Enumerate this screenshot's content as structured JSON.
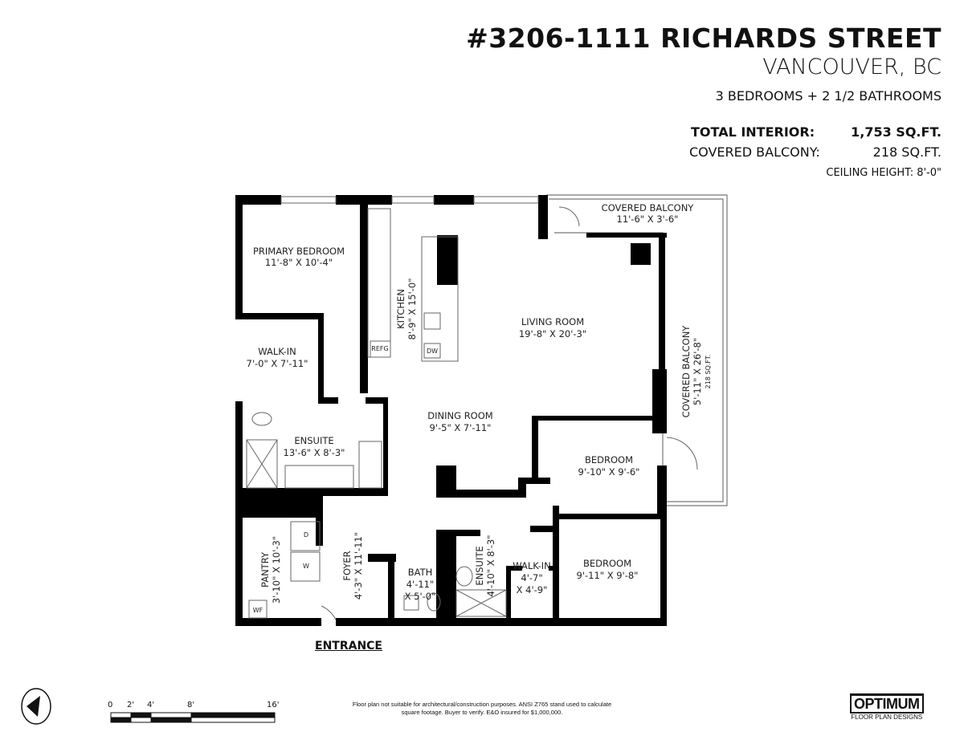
{
  "header": {
    "title": "#3206-1111 RICHARDS STREET",
    "city": "VANCOUVER, BC",
    "rooms_summary": "3 BEDROOMS + 2 1/2 BATHROOMS",
    "total_interior_label": "TOTAL INTERIOR:",
    "total_interior_value": "1,753 SQ.FT.",
    "covered_balcony_label": "COVERED BALCONY:",
    "covered_balcony_value": "218 SQ.FT.",
    "ceiling_height": "CEILING HEIGHT: 8'-0\""
  },
  "rooms": {
    "primary_bedroom": {
      "name": "PRIMARY BEDROOM",
      "size": "11'-8\" X 10'-4\""
    },
    "walk_in_primary": {
      "name": "WALK-IN",
      "size": "7'-0\" X 7'-11\""
    },
    "ensuite_primary": {
      "name": "ENSUITE",
      "size": "13'-6\" X 8'-3\""
    },
    "kitchen": {
      "name": "KITCHEN",
      "size": "8'-9\" X 15'-0\""
    },
    "living_room": {
      "name": "LIVING ROOM",
      "size": "19'-8\" X 20'-3\""
    },
    "dining_room": {
      "name": "DINING ROOM",
      "size": "9'-5\" X 7'-11\""
    },
    "bedroom_2": {
      "name": "BEDROOM",
      "size": "9'-10\" X 9'-6\""
    },
    "bedroom_3": {
      "name": "BEDROOM",
      "size": "9'-11\" X 9'-8\""
    },
    "balcony_top": {
      "name": "COVERED BALCONY",
      "size": "11'-6\" X 3'-6\""
    },
    "balcony_side": {
      "name": "COVERED BALCONY",
      "size": "5'-11\" X 26'-8\"",
      "area": "218 SQ.FT."
    },
    "pantry": {
      "name": "PANTRY",
      "size": "3'-10\" X 10'-3\""
    },
    "foyer": {
      "name": "FOYER",
      "size": "4'-3\" X 11'-11\""
    },
    "bath": {
      "name": "BATH",
      "size1": "4'-11\"",
      "size2": "X 5'-0\""
    },
    "ensuite_2": {
      "name": "ENSUITE",
      "size": "4'-10\" X 8'-3\""
    },
    "walk_in_2": {
      "name": "WALK-IN",
      "size1": "4'-7\"",
      "size2": "X 4'-9\""
    }
  },
  "appliances": {
    "refrigerator": "REFG",
    "dishwasher": "DW",
    "dryer": "D",
    "washer": "W",
    "water_filter": "WF"
  },
  "entrance": "ENTRANCE",
  "scale_bar": {
    "ticks": [
      "0",
      "2'",
      "4'",
      "8'",
      "16'"
    ]
  },
  "disclaimer": "Floor plan not suitable for architectural/construction purposes. ANSI Z765 stand used to calculate square footage. Buyer to verify. E&O insured for $1,000,000.",
  "logo": {
    "name": "OPTIMUM",
    "tagline": "FLOOR PLAN DESIGNS"
  },
  "colors": {
    "wall": "#000000",
    "line": "#555555",
    "background": "#ffffff"
  }
}
